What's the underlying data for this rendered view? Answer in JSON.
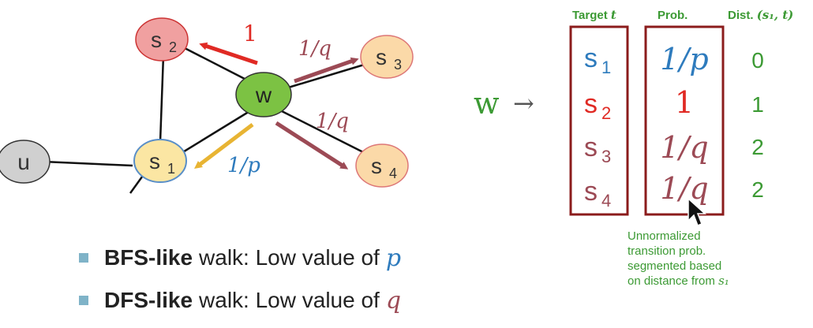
{
  "colors": {
    "green": "#3c9a34",
    "blue": "#2e7bbd",
    "red": "#e02a24",
    "maroon": "#9c4a55",
    "gold": "#e8b433",
    "box": "#8b1c1c",
    "bullet": "#7fb3c8"
  },
  "graph": {
    "nodes": {
      "u": "u",
      "s1": "s",
      "s1_sub": "1",
      "s2": "s",
      "s2_sub": "2",
      "s3": "s",
      "s3_sub": "3",
      "s4": "s",
      "s4_sub": "4",
      "w": "w"
    },
    "edge_labels": {
      "w_s2": "1",
      "w_s3": "1/q",
      "w_s4": "1/q",
      "w_s1": "1/p"
    }
  },
  "table": {
    "source_label": "w",
    "arrow": "→",
    "headers": {
      "target": "Target",
      "target_var": "t",
      "prob": "Prob.",
      "dist": "Dist.",
      "dist_args": "(s₁, t)"
    },
    "rows": [
      {
        "target": "s",
        "sub": "1",
        "prob": "1/p",
        "dist": "0",
        "color_key": "blue"
      },
      {
        "target": "s",
        "sub": "2",
        "prob": "1",
        "dist": "1",
        "color_key": "red"
      },
      {
        "target": "s",
        "sub": "3",
        "prob": "1/q",
        "dist": "2",
        "color_key": "maroon"
      },
      {
        "target": "s",
        "sub": "4",
        "prob": "1/q",
        "dist": "2",
        "color_key": "maroon"
      }
    ]
  },
  "note": {
    "line1": "Unnormalized",
    "line2": "transition prob.",
    "line3": "segmented based",
    "line4_prefix": "on distance from",
    "line4_var": "s₁"
  },
  "bullets": [
    {
      "bold": "BFS-like",
      "text": "walk: Low value of",
      "var": "p",
      "color_key": "blue"
    },
    {
      "bold": "DFS-like",
      "text": "walk: Low value of",
      "var": "q",
      "color_key": "maroon"
    }
  ]
}
